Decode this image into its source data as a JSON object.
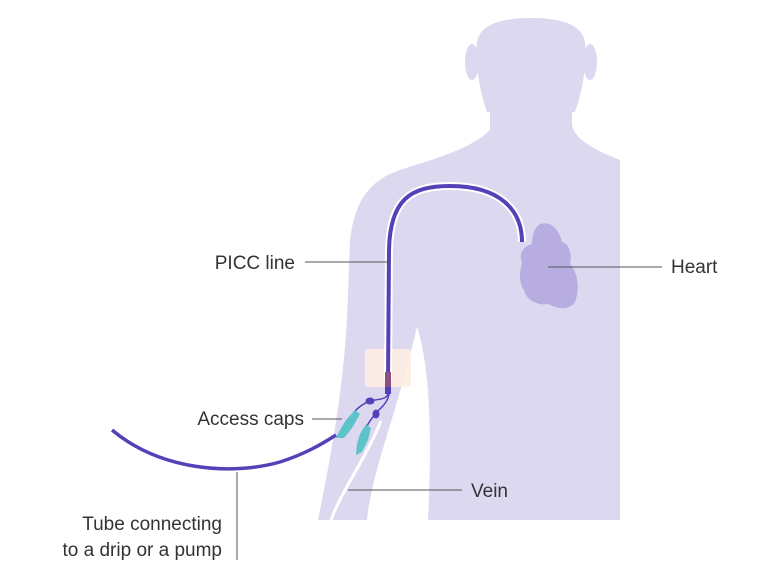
{
  "labels": {
    "picc_line": "PICC line",
    "heart": "Heart",
    "access_caps": "Access caps",
    "vein": "Vein",
    "tube_line1": "Tube connecting",
    "tube_line2": "to a drip or a pump"
  },
  "colors": {
    "body": "#dcd8f0",
    "line": "#5640b8",
    "heart": "#b8ade0",
    "caps": "#5cc3c8",
    "dressing": "#fdeee2",
    "leader": "#555555"
  }
}
